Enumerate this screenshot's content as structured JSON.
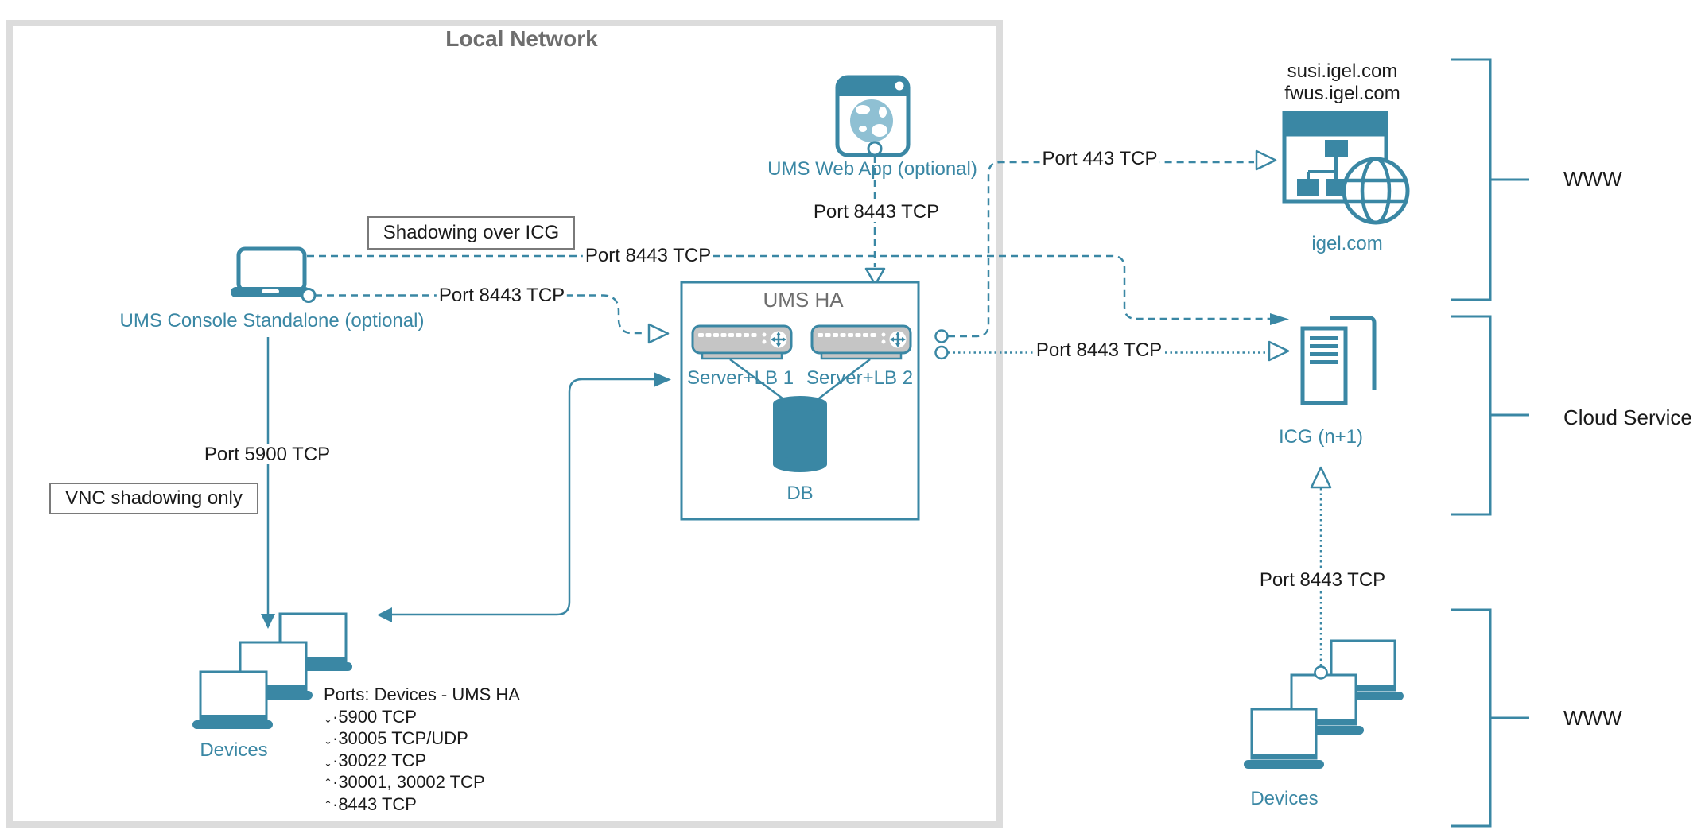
{
  "local_network": {
    "title": "Local Network"
  },
  "nodes": {
    "ums_console": {
      "label": "UMS Console Standalone (optional)"
    },
    "ums_web_app": {
      "label": "UMS Web App (optional)"
    },
    "ums_ha": {
      "title": "UMS HA",
      "server1_label": "Server+LB 1",
      "server2_label": "Server+LB 2",
      "db_label": "DB"
    },
    "devices_local": {
      "label": "Devices"
    },
    "igel_com": {
      "domain1": "susi.igel.com",
      "domain2": "fwus.igel.com",
      "label": "igel.com"
    },
    "icg": {
      "label": "ICG (n+1)"
    },
    "devices_remote": {
      "label": "Devices"
    }
  },
  "callouts": {
    "shadowing_over_icg": "Shadowing over ICG",
    "vnc_shadowing_only": "VNC shadowing only"
  },
  "edge_labels": {
    "console_to_icg": "Port 8443 TCP",
    "console_to_ums_ha": "Port 8443 TCP",
    "web_app_to_ums_ha": "Port 8443 TCP",
    "ums_ha_to_igel_com": "Port 443 TCP",
    "ums_ha_to_icg": "Port 8443 TCP",
    "devices_to_icg": "Port 8443 TCP",
    "console_to_devices": "Port 5900 TCP"
  },
  "ports_note": {
    "title": "Ports: Devices - UMS HA",
    "lines": [
      "↓·5900 TCP",
      "↓·30005 TCP/UDP",
      "↓·30022 TCP",
      "↑·30001, 30002 TCP",
      "↑·8443 TCP"
    ]
  },
  "zones": {
    "www_top": "WWW",
    "cloud_service": "Cloud Service",
    "www_bottom": "WWW"
  },
  "colors": {
    "accent_teal": "#3a87a4",
    "light_teal": "#8fc0d3",
    "server_gray": "#c5c5c5",
    "frame_gray": "#dcdcdc",
    "title_gray": "#6e6e6e",
    "callout_border_gray": "#7a7a7a",
    "text_black": "#1a1a1a"
  }
}
